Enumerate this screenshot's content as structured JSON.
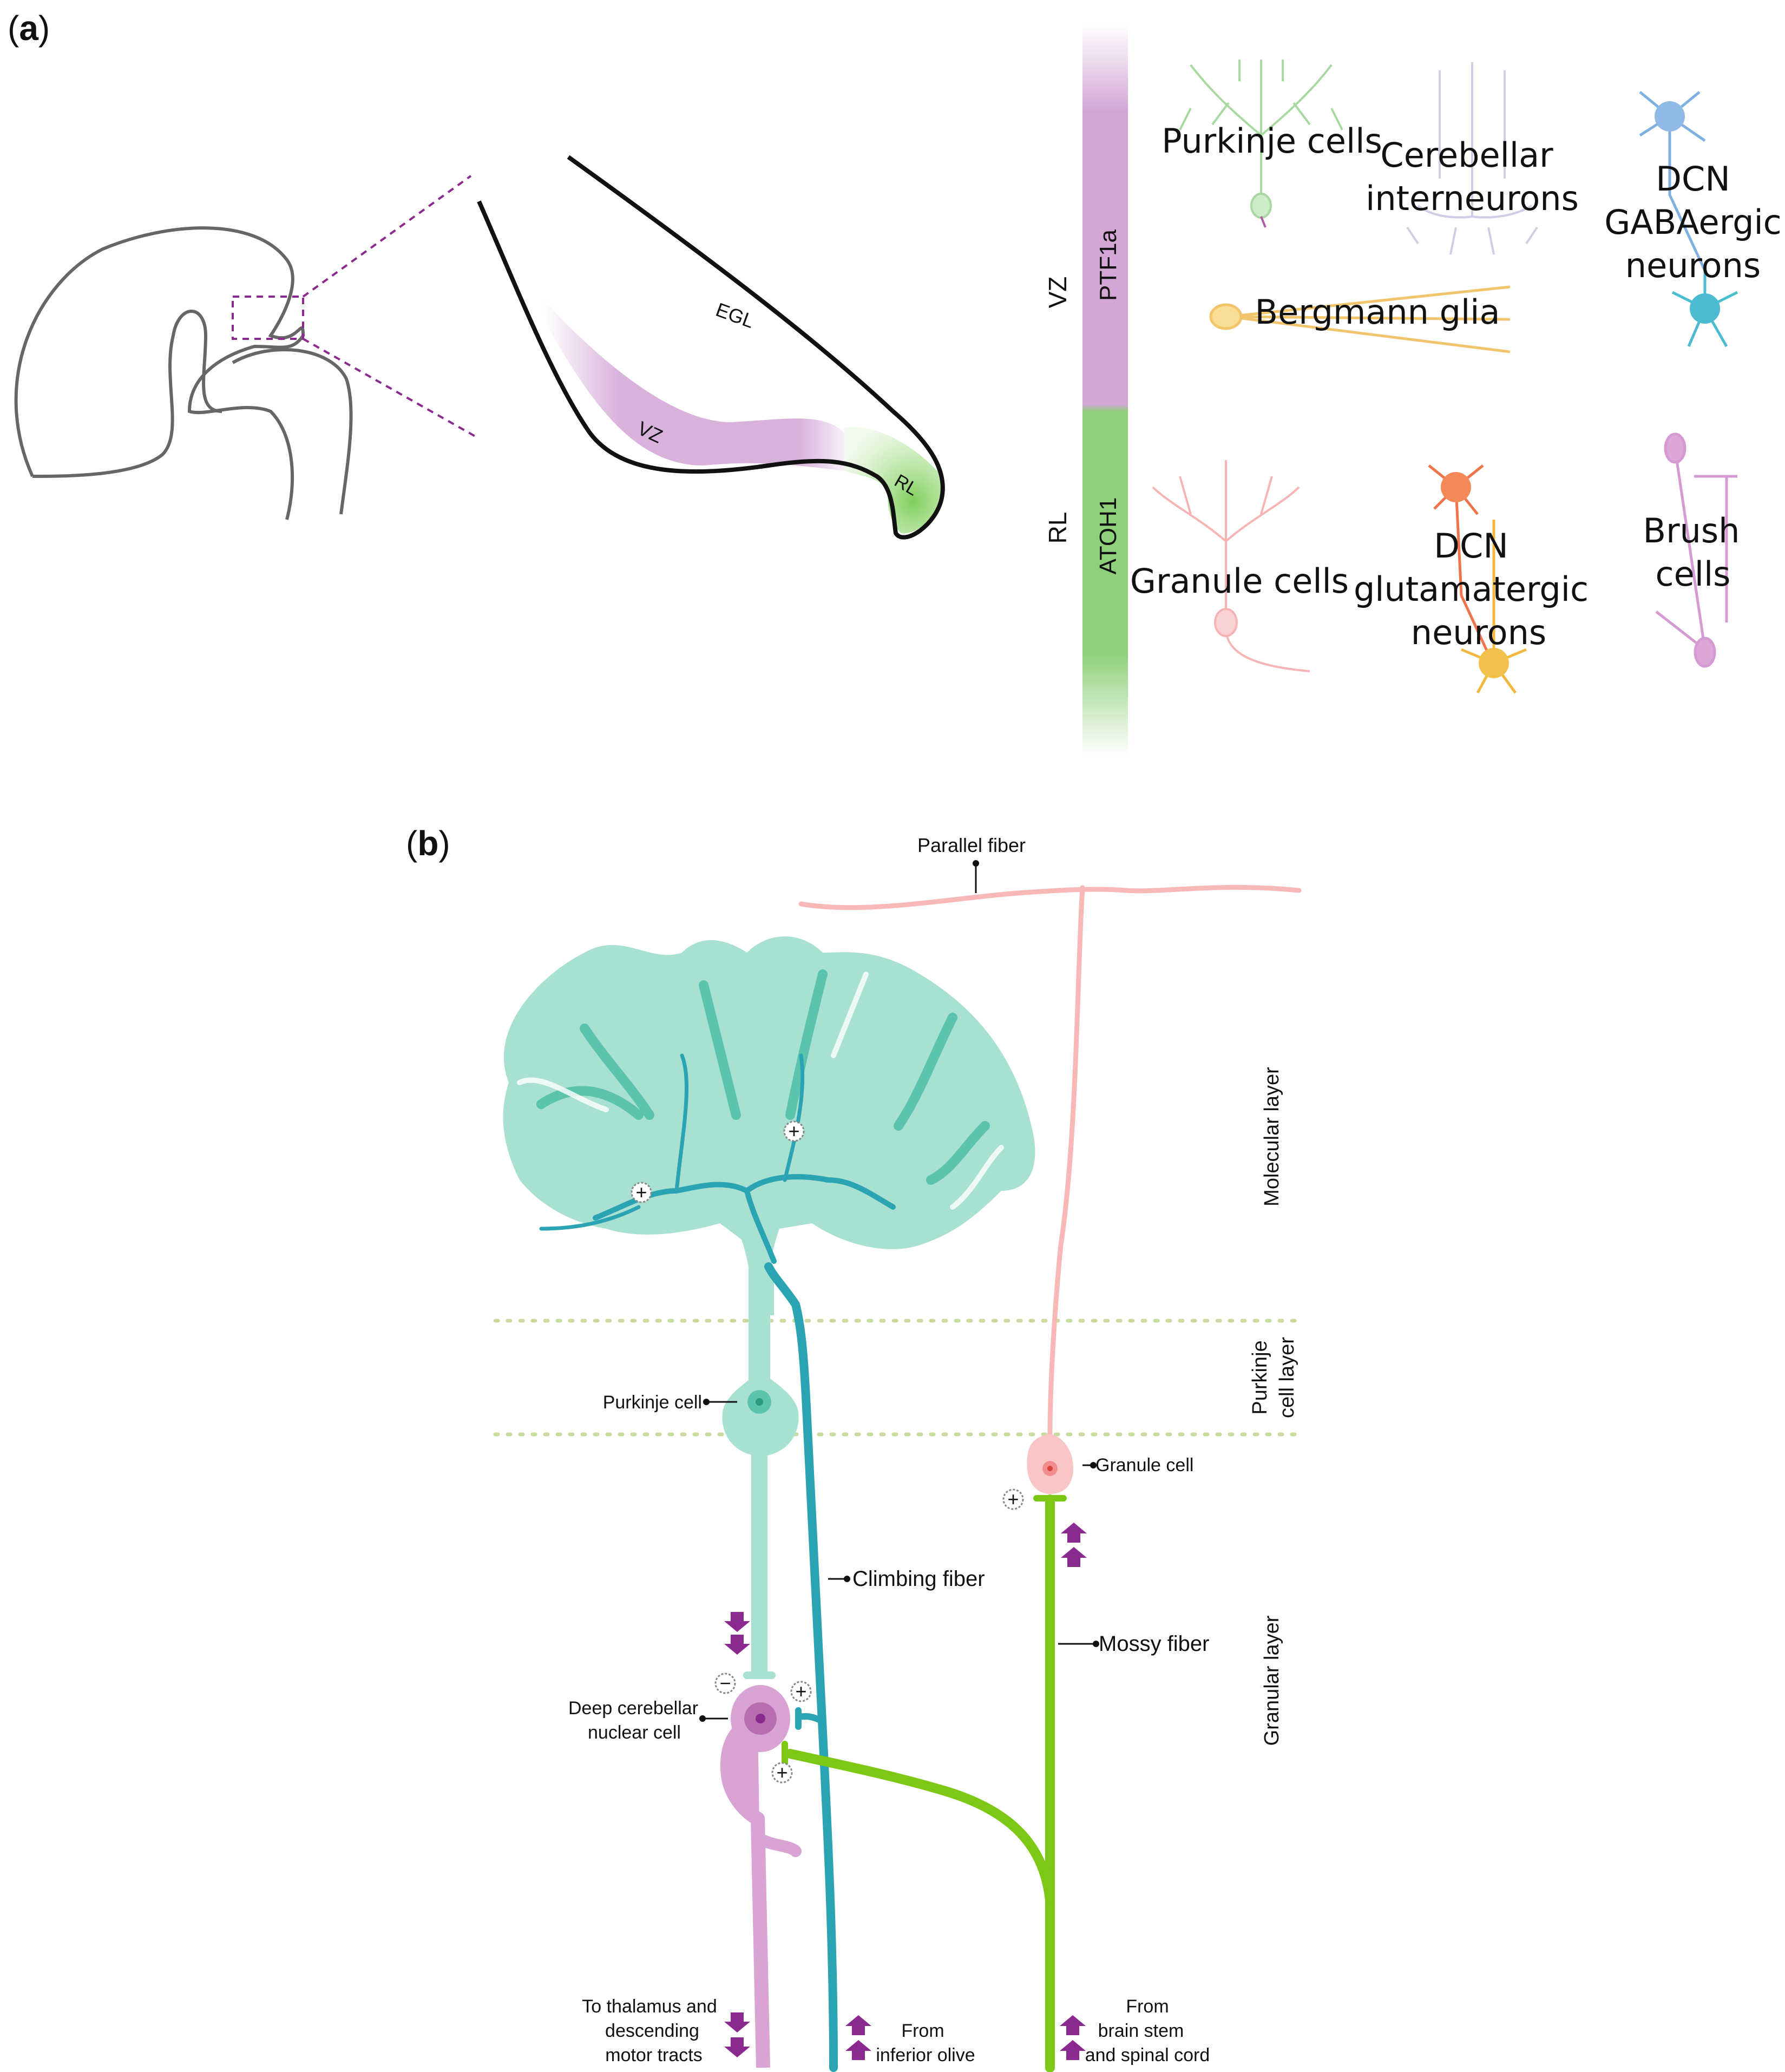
{
  "panel_a": {
    "label_open": "(",
    "label": "a",
    "label_close": ")",
    "section_labels": {
      "egl": "EGL",
      "vz": "VZ",
      "rl": "RL"
    },
    "zone_bar": {
      "vz_label": "VZ",
      "vz_gene": "PTF1a",
      "rl_label": "RL",
      "rl_gene": "ATOH1",
      "vz_color": "#d3a6d6",
      "rl_color": "#8fd07a"
    },
    "vz_cells": {
      "purkinje": "Purkinje cells",
      "interneurons_1": "Cerebellar",
      "interneurons_2": "interneurons",
      "dcn_gaba_1": "DCN",
      "dcn_gaba_2": "GABAergic",
      "dcn_gaba_3": "neurons",
      "bergmann": "Bergmann glia"
    },
    "rl_cells": {
      "granule": "Granule cells",
      "dcn_glu_1": "DCN",
      "dcn_glu_2": "glutamatergic",
      "dcn_glu_3": "neurons",
      "brush_1": "Brush",
      "brush_2": "cells"
    }
  },
  "panel_b": {
    "label_open": "(",
    "label": "b",
    "label_close": ")",
    "labels": {
      "parallel_fiber": "Parallel fiber",
      "purkinje_cell": "Purkinje cell",
      "granule_cell": "Granule cell",
      "climbing_fiber": "Climbing fiber",
      "mossy_fiber": "Mossy fiber",
      "dcn_cell_1": "Deep cerebellar",
      "dcn_cell_2": "nuclear cell",
      "to_thalamus_1": "To thalamus and",
      "to_thalamus_2": "descending",
      "to_thalamus_3": "motor tracts",
      "from_olive_1": "From",
      "from_olive_2": "inferior olive",
      "from_brainstem_1": "From",
      "from_brainstem_2": "brain stem",
      "from_brainstem_3": "and spinal cord"
    },
    "layers": {
      "molecular": "Molecular layer",
      "purkinje_1": "Purkinje",
      "purkinje_2": "cell layer",
      "granular": "Granular layer"
    },
    "signs": {
      "plus": "+",
      "minus": "−"
    },
    "colors": {
      "purkinje": "#a8e0d2",
      "purkinje_dark": "#5cc4ac",
      "climbing": "#2aa3b3",
      "granule": "#f8b8b8",
      "mossy": "#7cc814",
      "dcn": "#d9a3d4",
      "arrow": "#8b2a8e"
    }
  }
}
